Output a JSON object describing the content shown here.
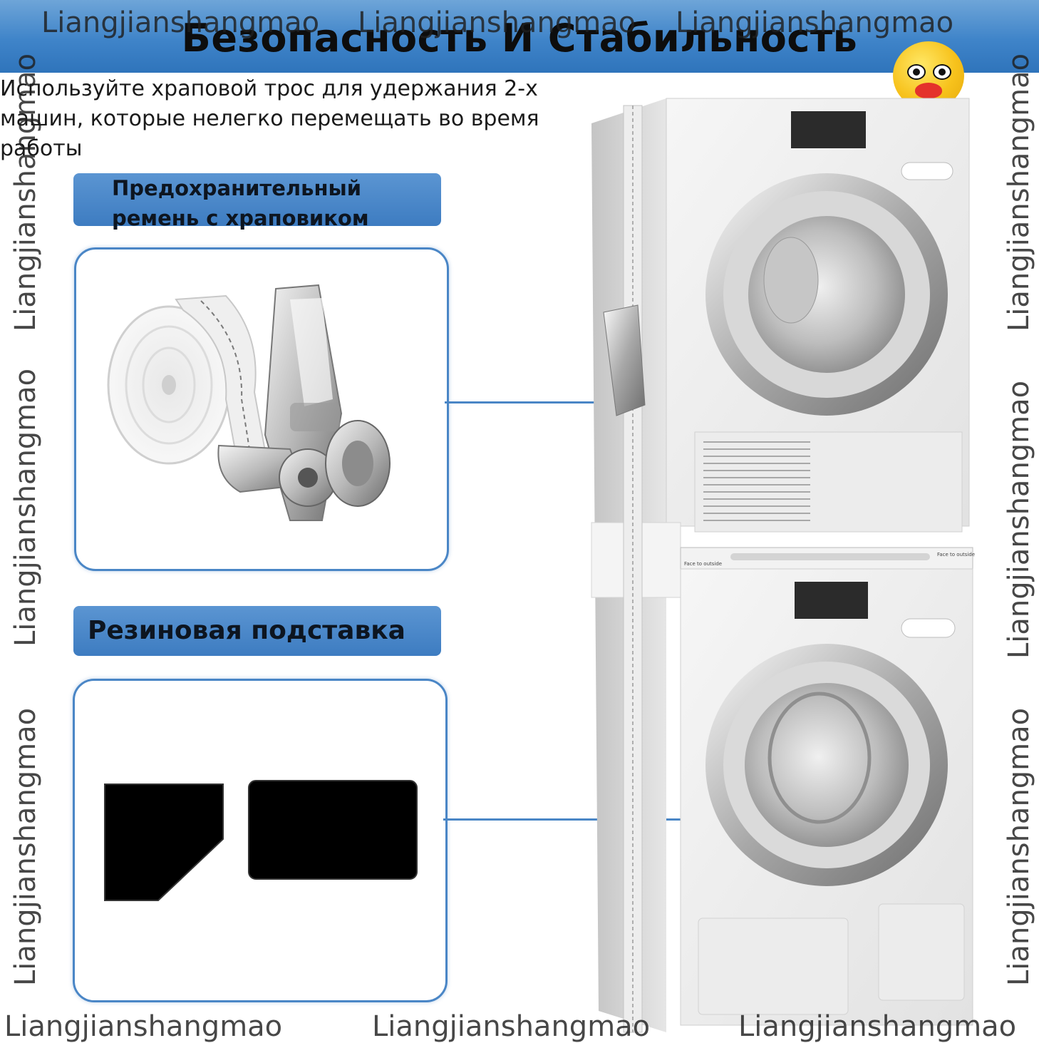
{
  "header": {
    "title": "Безопасность И Стабильность",
    "accent_color": "#3f84c9"
  },
  "intro": {
    "text": "Используйте храповой трос для удержания 2-х машин, которые нелегко перемещать во время работы"
  },
  "features": [
    {
      "label": "Предохранительный\nремень с храповиком",
      "icon": "ratchet-strap"
    },
    {
      "label": "Резиновая подставка",
      "icon": "rubber-pads"
    }
  ],
  "product": {
    "sticker_text": "Face to outside"
  },
  "watermark": {
    "text": "Liangjianshangmao"
  }
}
